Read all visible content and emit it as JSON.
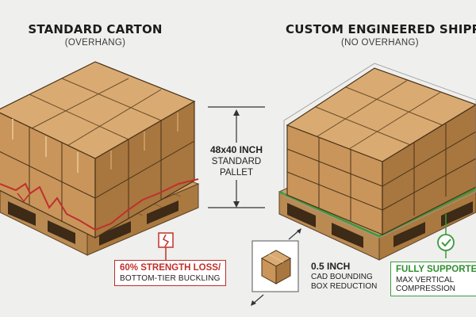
{
  "left": {
    "title": "STANDARD CARTON",
    "subtitle": "(OVERHANG)",
    "callout_title": "60% STRENGTH LOSS/",
    "callout_sub": "BOTTOM-TIER BUCKLING"
  },
  "right": {
    "title": "CUSTOM ENGINEERED SHIPPER",
    "subtitle": "(NO OVERHANG)",
    "callout_title": "FULLY SUPPORTED",
    "callout_sub": "MAX VERTICAL COMPRESSION"
  },
  "pallet": {
    "size": "48x40 INCH",
    "label": "STANDARD",
    "label2": "PALLET"
  },
  "cad": {
    "value": "0.5 INCH",
    "line1": "CAD BOUNDING",
    "line2": "BOX REDUCTION"
  },
  "colors": {
    "carton": "#c9955b",
    "carton_top": "#d9ab72",
    "carton_side": "#a8763f",
    "pallet": "#cda06a",
    "warning": "#c0302b",
    "success": "#3a9a3a"
  }
}
